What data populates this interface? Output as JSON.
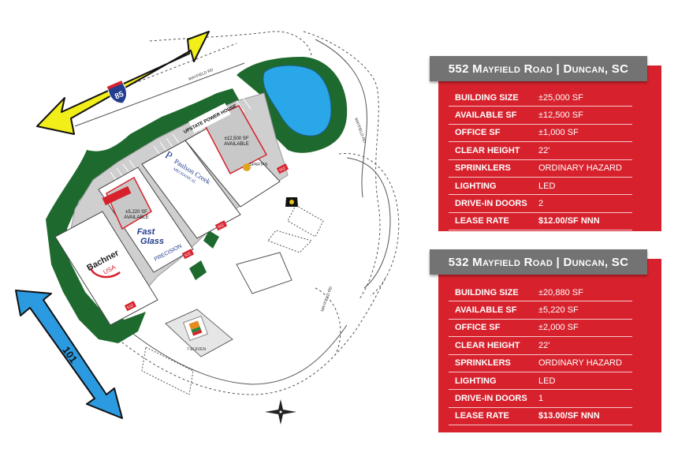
{
  "map": {
    "highway_shield_85": "85",
    "highway_shield_101": "101",
    "road_labels": [
      "MAYFIELD RD",
      "MAYFIELD RD",
      "MAYFIELD RD"
    ],
    "tenants": {
      "upstate_power_house": "UPSTATE POWER HOUSE",
      "paulson_creek_name": "Paulson Creek",
      "paulson_creek_sub": "MECHANICAL",
      "spartan": "SPARTAN",
      "fast_glass_line1": "Fast",
      "fast_glass_line2": "Glass",
      "precision": "PRECISION",
      "bachner_line1": "Bachner",
      "bachner_line2": "USA",
      "seven_eleven": "7-ELEVEN"
    },
    "available_spaces": {
      "space_552_line1": "±12,500 SF",
      "space_552_line2": "AVAILABLE",
      "space_532_line1": "±5,220 SF",
      "space_532_line2": "AVAILABLE"
    },
    "address_tags": [
      "552",
      "552",
      "532",
      "532"
    ],
    "colors": {
      "landscape_green": "#1e6a2e",
      "pavement_gray": "#c9c9c9",
      "pond_blue": "#2aa7e8",
      "arrow_85_yellow": "#f2ee1a",
      "arrow_101_blue": "#2b9ae0",
      "shield_blue": "#233d8f",
      "panel_red": "#d7222d",
      "header_gray": "#737373",
      "available_red": "#d7222d"
    },
    "icons": [
      "compass-rose-icon",
      "building-marker-icon"
    ]
  },
  "properties": [
    {
      "header": "552 Mayfield Road | Duncan, SC",
      "specs": [
        {
          "label": "BUILDING SIZE",
          "value": "±25,000 SF"
        },
        {
          "label": "AVAILABLE SF",
          "value": "±12,500 SF"
        },
        {
          "label": "OFFICE SF",
          "value": "±1,000 SF"
        },
        {
          "label": "CLEAR HEIGHT",
          "value": "22'"
        },
        {
          "label": "SPRINKLERS",
          "value": "ORDINARY HAZARD"
        },
        {
          "label": "LIGHTING",
          "value": "LED"
        },
        {
          "label": "DRIVE-IN DOORS",
          "value": "2"
        },
        {
          "label": "LEASE RATE",
          "value": "$12.00/SF NNN"
        }
      ]
    },
    {
      "header": "532 Mayfield Road | Duncan, SC",
      "specs": [
        {
          "label": "BUILDING SIZE",
          "value": "±20,880 SF"
        },
        {
          "label": "AVAILABLE SF",
          "value": "±5,220 SF"
        },
        {
          "label": "OFFICE SF",
          "value": "±2,000 SF"
        },
        {
          "label": "CLEAR HEIGHT",
          "value": "22'"
        },
        {
          "label": "SPRINKLERS",
          "value": "ORDINARY HAZARD"
        },
        {
          "label": "LIGHTING",
          "value": "LED"
        },
        {
          "label": "DRIVE-IN DOORS",
          "value": "1"
        },
        {
          "label": "LEASE RATE",
          "value": "$13.00/SF NNN"
        }
      ]
    }
  ]
}
